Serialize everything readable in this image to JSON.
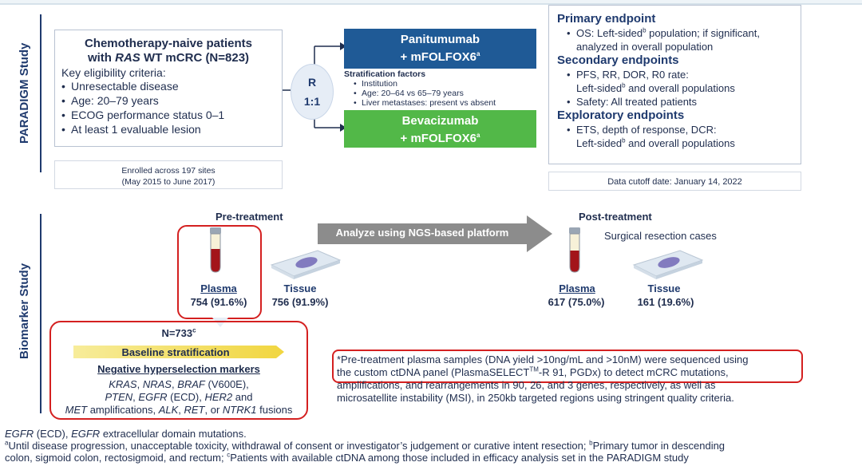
{
  "paradigm": {
    "side_label": "PARADIGM Study",
    "patients": {
      "title_line1": "Chemotherapy-naive patients",
      "title_pre": "with ",
      "title_ras": "RAS",
      "title_post": " WT mCRC (N=823)",
      "criteria_header": "Key eligibility criteria:",
      "criteria": [
        "Unresectable disease",
        "Age: 20–79 years",
        "ECOG performance status 0–1",
        "At least 1 evaluable lesion"
      ]
    },
    "enrolled": {
      "line1": "Enrolled across 197 sites",
      "line2": "(May 2015 to June 2017)"
    },
    "randomization": {
      "r": "R",
      "ratio": "1:1"
    },
    "arm1": {
      "line1": "Panitumumab",
      "line2": "+ mFOLFOX6",
      "sup": "a"
    },
    "arm2": {
      "line1": "Bevacizumab",
      "line2": "+ mFOLFOX6",
      "sup": "a"
    },
    "stratification": {
      "title": "Stratification factors",
      "items": [
        "Institution",
        "Age: 20–64 vs 65–79 years",
        "Liver metastases: present vs absent"
      ]
    },
    "endpoints": {
      "primary_head": "Primary endpoint",
      "primary_1a": "OS: Left-sided",
      "primary_1sup": "b",
      "primary_1b": " population; if significant,",
      "primary_1c": "analyzed in overall population",
      "secondary_head": "Secondary endpoints",
      "secondary_1": "PFS, RR, DOR,  R0 rate:",
      "secondary_1b_a": "Left-sided",
      "secondary_1b_sup": "b",
      "secondary_1b_b": " and overall populations",
      "secondary_2": "Safety: All treated patients",
      "exploratory_head": "Exploratory endpoints",
      "exploratory_1": "ETS, depth of response, DCR:",
      "exploratory_1b_a": "Left-sided",
      "exploratory_1b_sup": "b",
      "exploratory_1b_b": " and overall populations"
    },
    "cutoff": "Data cutoff date: January 14, 2022"
  },
  "biomarker": {
    "side_label": "Biomarker Study",
    "pre_title": "Pre-treatment",
    "post_title": "Post-treatment",
    "post_subtitle": "Surgical resection cases",
    "analyze_label": "Analyze using NGS-based platform",
    "pre_plasma": {
      "name": "Plasma",
      "value": "754 (91.6%)"
    },
    "pre_tissue": {
      "name": "Tissue",
      "value": "756 (91.9%)"
    },
    "post_plasma": {
      "name": "Plasma",
      "value": "617 (75.0%)"
    },
    "post_tissue": {
      "name": "Tissue",
      "value": "161 (19.6%)"
    },
    "n733": "N=733",
    "n733_sup": "c",
    "baseline": "Baseline stratification",
    "neg_title": "Negative hyperselection markers",
    "mut1_a": "KRAS",
    "mut1_b": ", ",
    "mut1_c": "NRAS",
    "mut1_d": ", ",
    "mut1_e": "BRAF",
    "mut1_f": " (V600E),",
    "mut2_a": "PTEN",
    "mut2_b": ", ",
    "mut2_c": "EGFR",
    "mut2_d": " (ECD), ",
    "mut2_e": "HER2",
    "mut2_f": " and",
    "mut3_a": "MET",
    "mut3_b": " amplifications, ",
    "mut3_c": "ALK",
    "mut3_d": ", ",
    "mut3_e": "RET",
    "mut3_f": ", or ",
    "mut3_g": "NTRK1",
    "mut3_h": " fusions",
    "note_line1": "*Pre-treatment plasma samples (DNA yield >10ng/mL and >10nM) were sequenced using",
    "note_line2_a": "the custom ctDNA panel (PlasmaSELECT",
    "note_line2_tm": "TM",
    "note_line2_b": "-R 91, PGDx) to detect mCRC mutations,",
    "note_line3": "amplifications, and rearrangements in 90, 26, and 3 genes, respectively, as well as",
    "note_line4": "microsatellite instability (MSI), in 250kb targeted regions using stringent quality criteria."
  },
  "footnotes": {
    "line1_a": "EGFR",
    "line1_b": " (ECD), ",
    "line1_c": "EGFR",
    "line1_d": " extracellular domain mutations.",
    "line2_sup": "a",
    "line2": "Until disease progression, unacceptable toxicity, withdrawal of consent or investigator’s judgement or curative intent resection; ",
    "line2_supb": "b",
    "line2_b": "Primary tumor in descending",
    "line3": "colon, sigmoid colon, rectosigmoid, and rectum; ",
    "line3_sup": "c",
    "line3_b": "Patients with available ctDNA among those included in efficacy analysis set in the PARADIGM  study"
  },
  "colors": {
    "navy": "#1f3a6e",
    "arm_blue": "#1f5a96",
    "arm_green": "#52b848",
    "highlight_red": "#d42020",
    "arrow_gray": "#8c8c8c",
    "baseline_yellow": "#f3e06a"
  }
}
